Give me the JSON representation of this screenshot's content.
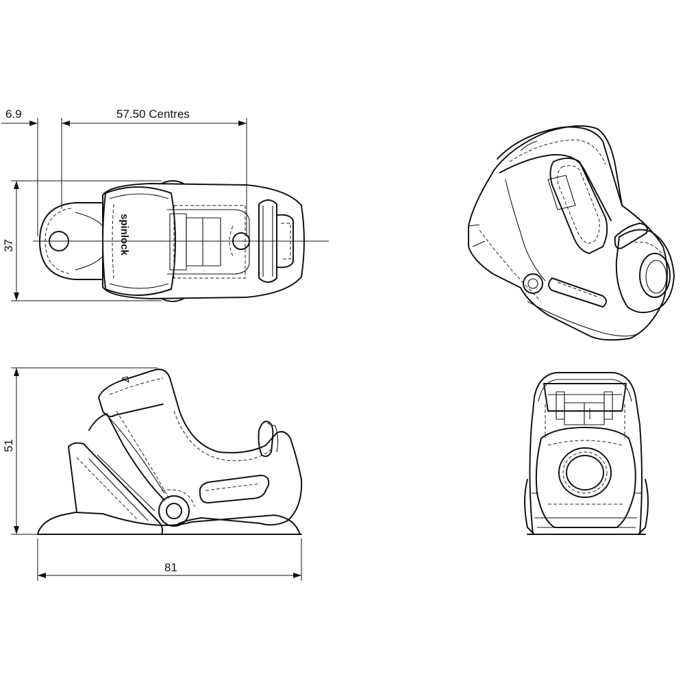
{
  "dimensions": {
    "offset": "6.9",
    "centres": "57.50 Centres",
    "width": "37",
    "height": "51",
    "length": "81"
  },
  "product": {
    "brand": "spinlock"
  }
}
